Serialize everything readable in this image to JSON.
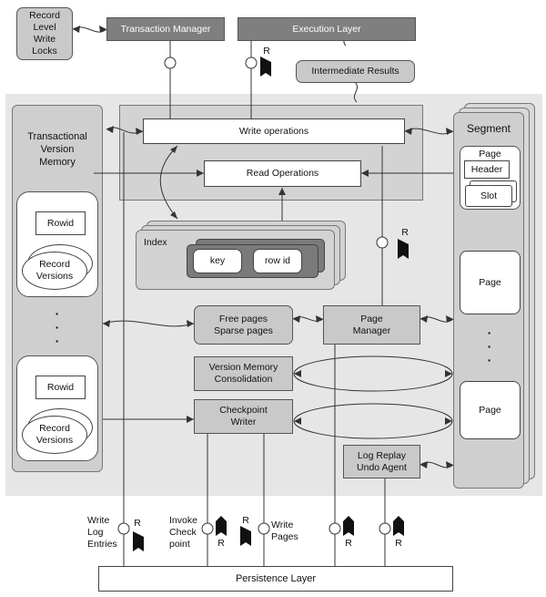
{
  "diagram": {
    "record_locks": "Record\nLevel\nWrite\nLocks",
    "transaction_manager": "Transaction Manager",
    "execution_layer": "Execution Layer",
    "intermediate_results": "Intermediate Results",
    "tvm_title": "Transactional\nVersion\nMemory",
    "rowid": "Rowid",
    "record_versions": "Record\nVersions",
    "ellipsis": "·\n·\n·",
    "write_operations": "Write operations",
    "read_operations": "Read Operations",
    "index": "Index",
    "key": "key",
    "row_id": "row id",
    "free_pages": "Free pages\nSparse pages",
    "page_manager": "Page\nManager",
    "version_memory": "Version Memory\nConsolidation",
    "checkpoint_writer": "Checkpoint\nWriter",
    "log_replay": "Log Replay\nUndo Agent",
    "segment": "Segment",
    "page": "Page",
    "header": "Header",
    "slot": "Slot",
    "r": "R",
    "write_log_entries": "Write\nLog\nEntries",
    "invoke_checkpoint": "Invoke\nCheck\npoint",
    "write_pages": "Write\nPages",
    "persistence_layer": "Persistence Layer"
  }
}
